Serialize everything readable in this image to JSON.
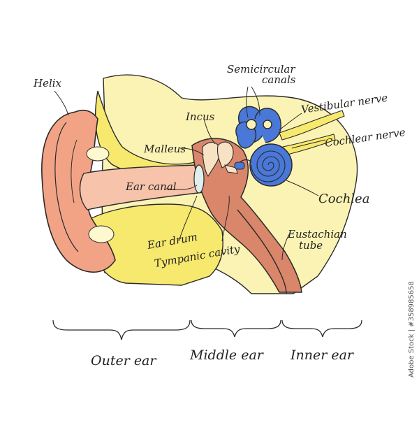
{
  "diagram": {
    "labels": {
      "helix": "Helix",
      "semicircular_line1": "Semicircular",
      "semicircular_line2": "canals",
      "incus": "Incus",
      "malleus": "Malleus",
      "vestibular_nerve": "Vestibular nerve",
      "cochlear_nerve": "Cochlear nerve",
      "ear_canal": "Ear canal",
      "cochlea": "Cochlea",
      "eustachian_line1": "Eustachian",
      "eustachian_line2": "tube",
      "ear_drum": "Ear drum",
      "tympanic_cavity": "Tympanic cavity"
    },
    "sections": {
      "outer": "Outer ear",
      "middle": "Middle ear",
      "inner": "Inner ear"
    },
    "stock_id": "Adobe Stock | #358985658"
  },
  "colors": {
    "skin": "#f2a386",
    "skin_light": "#f8c3ab",
    "bone_light": "#fbf3b4",
    "bone_yellow": "#f7e86e",
    "muscle": "#d9866b",
    "inner_blue": "#4a78d8",
    "outline": "#2a2a2a"
  }
}
